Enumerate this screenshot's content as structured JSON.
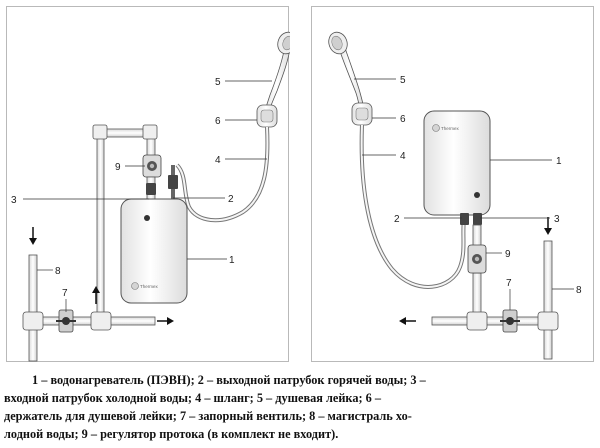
{
  "callouts": {
    "left": [
      "5",
      "6",
      "4",
      "9",
      "3",
      "2",
      "1",
      "8",
      "7"
    ],
    "right": [
      "5",
      "6",
      "4",
      "1",
      "2",
      "3",
      "9",
      "7",
      "8"
    ]
  },
  "brand_mark": "Thermex",
  "caption_lines": [
    "1 – водонагреватель (ПЭВН); 2 – выходной патрубок горячей воды; 3 –",
    "входной патрубок холодной воды; 4 – шланг; 5 – душевая лейка; 6 –",
    "держатель для душевой лейки; 7 – запорный вентиль; 8 – магистраль хо-",
    "лодной воды; 9 – регулятор протока (в комплект не входит)."
  ],
  "colors": {
    "outline": "#555555",
    "pipe_fill": "#f2f2f2",
    "heater_fill": "#f7f7f7",
    "panel_border": "#b9b9b9"
  }
}
